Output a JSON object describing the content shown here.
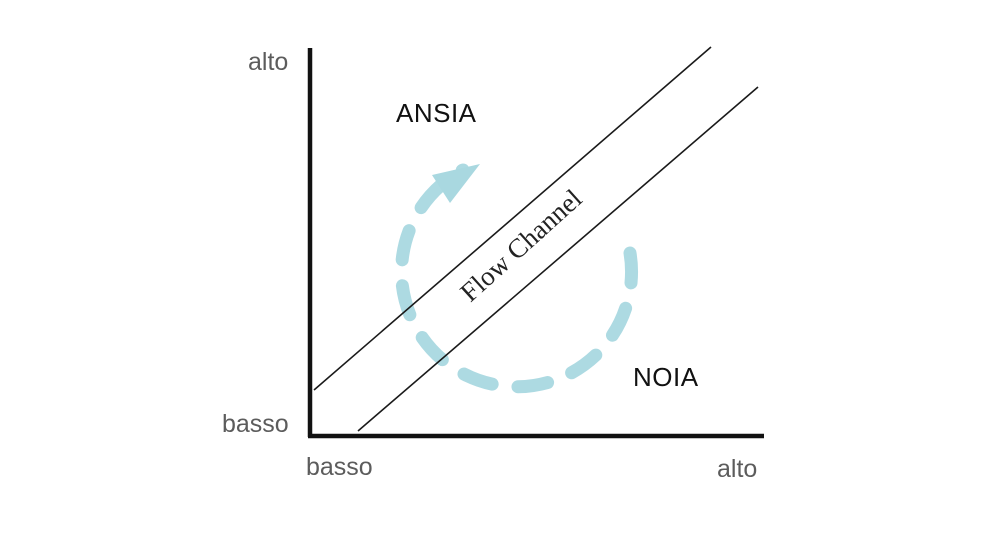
{
  "axes": {
    "y_high_label": "alto",
    "y_low_label": "basso",
    "x_low_label": "basso",
    "x_high_label": "alto"
  },
  "regions": {
    "upper_label": "ANSIA",
    "lower_label": "NOIA"
  },
  "channel": {
    "label": "Flow Channel"
  },
  "colors": {
    "axis": "#111111",
    "channel_lines": "#1a1a1a",
    "cycle_arrow": "#a9d8e0",
    "axis_labels": "#5c5c5c"
  },
  "icons": {
    "cycle": "circular-dashed-arrow"
  }
}
